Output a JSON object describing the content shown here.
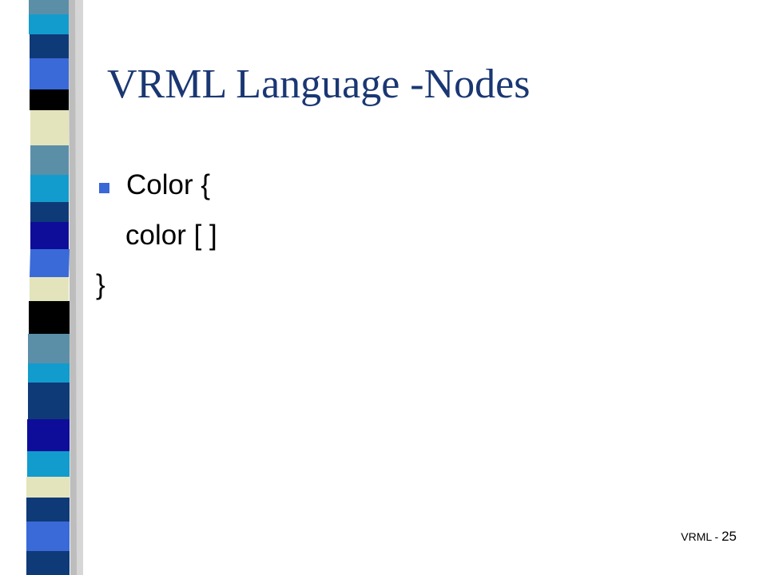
{
  "slide": {
    "title": "VRML Language -Nodes",
    "bullet_text": "Color {",
    "line2": "color  [ ]",
    "line3": "}",
    "footer_label": "VRML - ",
    "footer_page": "25"
  },
  "colors": {
    "title": "#1a3773",
    "bullet": "#3a68d6",
    "text": "#000000",
    "stripe": [
      "#5b8fa8",
      "#0f3a78",
      "#3a6ad8",
      "#000000",
      "#e4e4bc",
      "#129ccd",
      "#0d0d9a"
    ]
  }
}
